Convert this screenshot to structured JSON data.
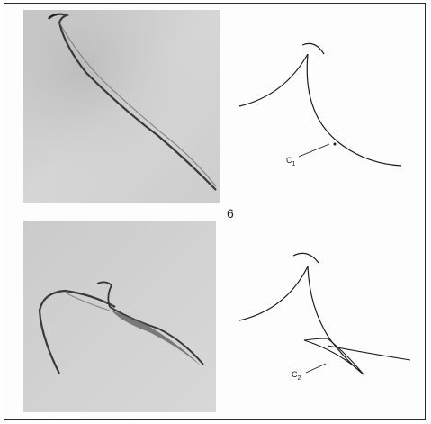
{
  "figure": {
    "number": "6",
    "labels": {
      "c1": {
        "base": "C",
        "sub": "1"
      },
      "c2": {
        "base": "C",
        "sub": "2"
      }
    }
  },
  "colors": {
    "photo_bg": "#cfcfcf",
    "ink": "#1c1c1c",
    "border": "#2a2a2a"
  }
}
